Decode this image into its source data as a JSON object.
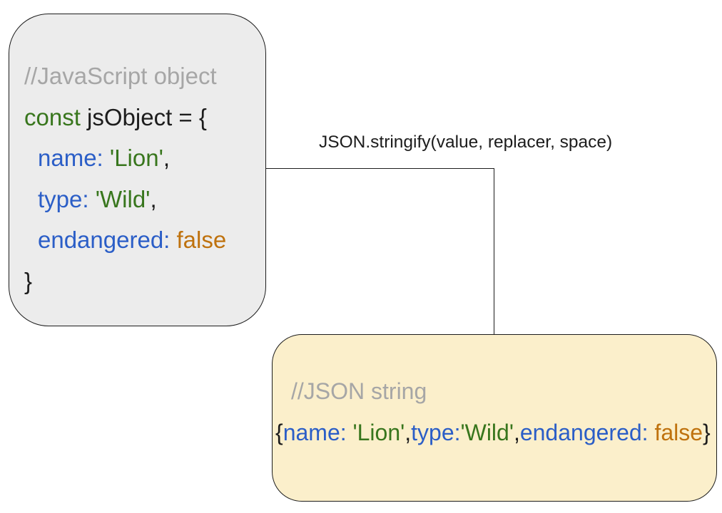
{
  "colors": {
    "comment": "#a6a6a6",
    "green": "#38761d",
    "blue": "#2b5ec7",
    "orange": "#bf720e",
    "ink": "#1c1c1c",
    "border": "#1c1c1c",
    "js_box_bg": "#ececec",
    "json_box_bg": "#fbefcb",
    "canvas_bg": "#ffffff"
  },
  "connector": {
    "label": "JSON.stringify(value, replacer, space)"
  },
  "boxes": {
    "js_object": {
      "name": "JavaScript object box",
      "lines": [
        {
          "indent": false,
          "flush": false,
          "tokens": [
            {
              "t": "//JavaScript object",
              "c": "comment"
            }
          ]
        },
        {
          "indent": false,
          "flush": false,
          "tokens": [
            {
              "t": "const",
              "c": "green"
            },
            {
              "t": " jsObject = {",
              "c": "ink"
            }
          ]
        },
        {
          "indent": true,
          "flush": false,
          "tokens": [
            {
              "t": "name:",
              "c": "blue"
            },
            {
              "t": " 'Lion'",
              "c": "green"
            },
            {
              "t": ",",
              "c": "ink"
            }
          ]
        },
        {
          "indent": true,
          "flush": false,
          "tokens": [
            {
              "t": "type:",
              "c": "blue"
            },
            {
              "t": " 'Wild'",
              "c": "green"
            },
            {
              "t": ",",
              "c": "ink"
            }
          ]
        },
        {
          "indent": true,
          "flush": false,
          "tokens": [
            {
              "t": "endangered:",
              "c": "blue"
            },
            {
              "t": " false",
              "c": "orange"
            }
          ]
        },
        {
          "indent": false,
          "flush": false,
          "tokens": [
            {
              "t": "}",
              "c": "ink"
            }
          ]
        }
      ]
    },
    "json_string": {
      "name": "JSON string box",
      "lines": [
        {
          "indent": false,
          "flush": false,
          "tokens": [
            {
              "t": "//JSON string",
              "c": "comment"
            }
          ]
        },
        {
          "indent": false,
          "flush": true,
          "tokens": [
            {
              "t": "{",
              "c": "ink"
            },
            {
              "t": "name:",
              "c": "blue"
            },
            {
              "t": " 'Lion'",
              "c": "green"
            },
            {
              "t": ",",
              "c": "ink"
            },
            {
              "t": "type:",
              "c": "blue"
            },
            {
              "t": "'Wild'",
              "c": "green"
            },
            {
              "t": ",",
              "c": "ink"
            },
            {
              "t": "endangered:",
              "c": "blue"
            },
            {
              "t": " false",
              "c": "orange"
            },
            {
              "t": "}",
              "c": "ink"
            }
          ]
        }
      ]
    }
  }
}
